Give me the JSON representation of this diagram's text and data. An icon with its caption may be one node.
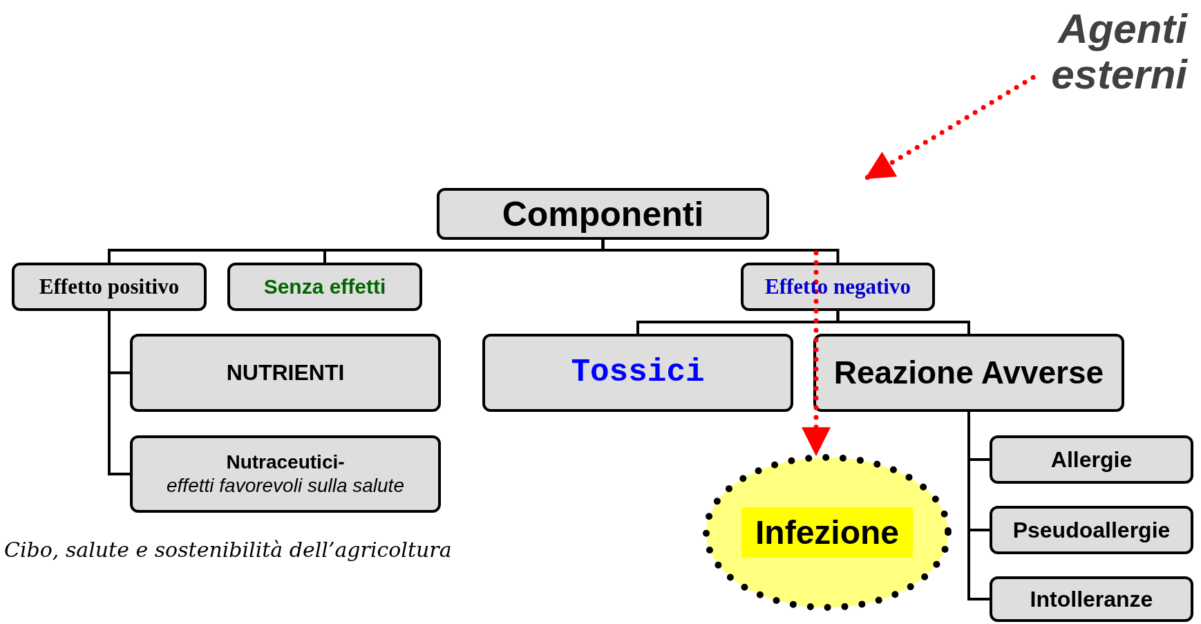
{
  "diagram": {
    "nodes": [
      {
        "text": [
          "Componenti"
        ]
      },
      {
        "text": [
          "Effetto positivo"
        ]
      },
      {
        "text": [
          "Senza effetti"
        ]
      },
      {
        "text": [
          "Effetto negativo"
        ]
      },
      {
        "text": [
          "NUTRIENTI"
        ]
      },
      {
        "text": [
          "Nutraceutici-",
          "effetti favorevoli sulla salute"
        ]
      },
      {
        "text": [
          "Tossici"
        ]
      },
      {
        "text": [
          "Reazione Avverse"
        ]
      },
      {
        "text": [
          "Allergie"
        ]
      },
      {
        "text": [
          "Pseudoallergie"
        ]
      },
      {
        "text": [
          "Intolleranze"
        ]
      },
      {
        "text": [
          "Infezione"
        ]
      },
      {
        "text": [
          "Agenti esterni"
        ]
      }
    ],
    "edges": [
      {
        "from": 0,
        "to": 1,
        "arrow": "none"
      },
      {
        "from": 0,
        "to": 2,
        "arrow": "none"
      },
      {
        "from": 0,
        "to": 3,
        "arrow": "none"
      },
      {
        "from": 1,
        "to": 4,
        "arrow": "none"
      },
      {
        "from": 1,
        "to": 5,
        "arrow": "none"
      },
      {
        "from": 3,
        "to": 6,
        "arrow": "none"
      },
      {
        "from": 3,
        "to": 7,
        "arrow": "none"
      },
      {
        "from": 7,
        "to": 8,
        "arrow": "none"
      },
      {
        "from": 7,
        "to": 9,
        "arrow": "none"
      },
      {
        "from": 7,
        "to": 10,
        "arrow": "none"
      },
      {
        "from": 12,
        "to": null,
        "arrow": "to",
        "style": "dashed",
        "color": "#ff0000"
      },
      {
        "from": 3,
        "to": 11,
        "arrow": "to",
        "style": "dashed",
        "color": "#ff0000"
      }
    ],
    "labels": [
      "Cibo, salute e sostenibilità dell’agricoltura"
    ]
  }
}
